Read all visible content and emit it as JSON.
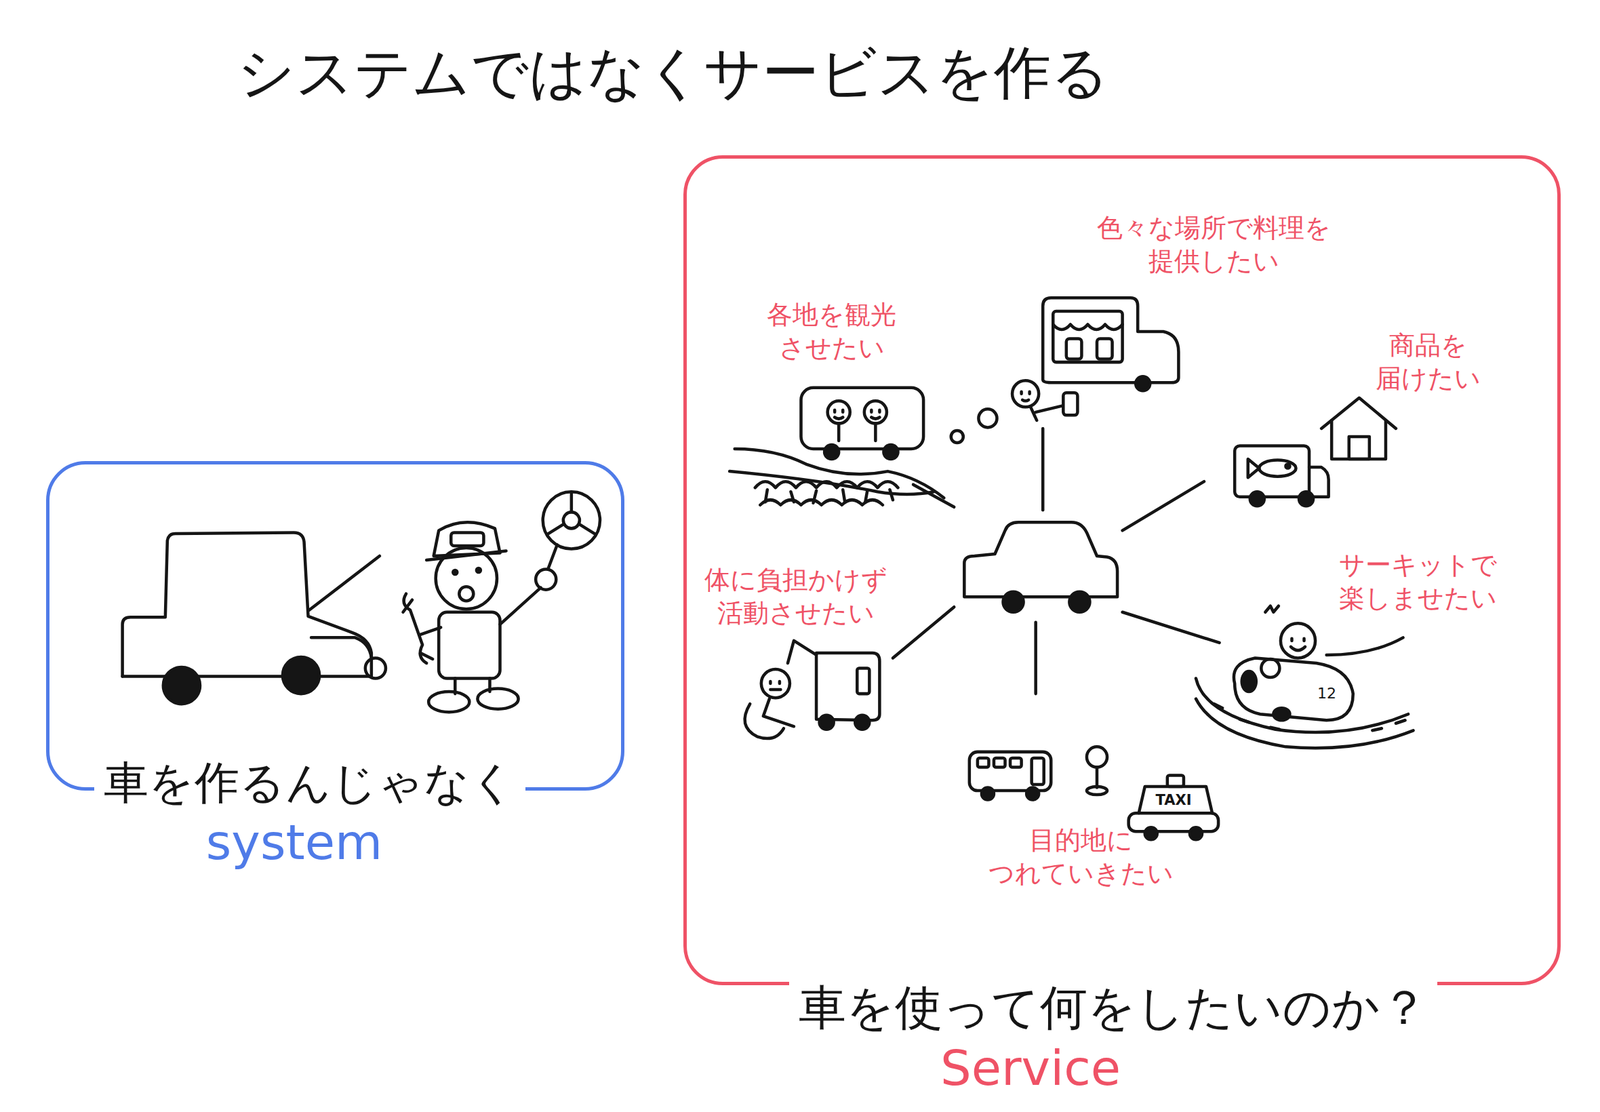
{
  "diagram": {
    "title": "システムではなくサービスを作る",
    "nodes": [
      {
        "text": [
          "車を作るんじゃなく",
          "system"
        ]
      },
      {
        "text": [
          "車を使って何をしたいのか？",
          "Service"
        ]
      }
    ],
    "labels": [
      "色々な場所で料理を 提供したい",
      "各地を観光 させたい",
      "商品を 届けたい",
      "サーキットで 楽しませたい",
      "体に負担かけず 活動させたい",
      "12",
      "TAXI",
      "目的地に つれていきたい"
    ]
  }
}
